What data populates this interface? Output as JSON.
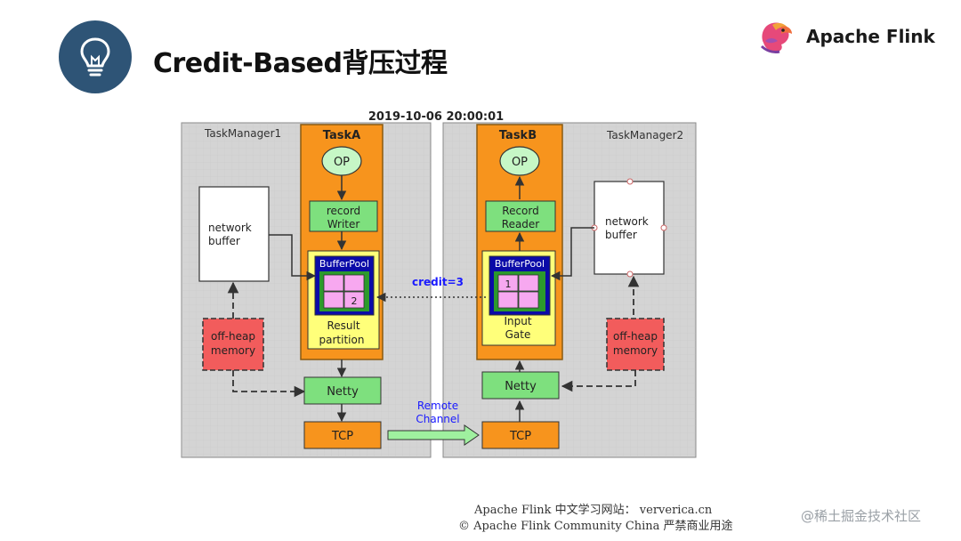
{
  "title": "Credit-Based背压过程",
  "brand": {
    "name": "Apache Flink"
  },
  "diagram": {
    "timestamp": "2019-10-06 20:00:01",
    "tm1": {
      "label": "TaskManager1",
      "task": "TaskA",
      "op": "OP",
      "writer_line1": "record",
      "writer_line2": "Writer",
      "bufferpool": "BufferPool",
      "slot_number": "2",
      "partition_line1": "Result",
      "partition_line2": "partition",
      "network_buffer_line1": "network",
      "network_buffer_line2": "buffer",
      "offheap_line1": "off-heap",
      "offheap_line2": "memory",
      "netty": "Netty",
      "tcp": "TCP"
    },
    "tm2": {
      "label": "TaskManager2",
      "task": "TaskB",
      "op": "OP",
      "reader_line1": "Record",
      "reader_line2": "Reader",
      "bufferpool": "BufferPool",
      "slot_number": "1",
      "gate_line1": "Input",
      "gate_line2": "Gate",
      "network_buffer_line1": "network",
      "network_buffer_line2": "buffer",
      "offheap_line1": "off-heap",
      "offheap_line2": "memory",
      "netty": "Netty",
      "tcp": "TCP"
    },
    "credit": "credit=3",
    "remote_line1": "Remote",
    "remote_line2": "Channel"
  },
  "footer": {
    "line1": "Apache Flink 中文学习网站： ververica.cn",
    "line2": "© Apache Flink Community China  严禁商业用途"
  },
  "watermark": "@稀土掘金技术社区",
  "colors": {
    "title_icon_bg": "#2e5476",
    "task_orange": "#f7941d",
    "green_box": "#7ee07e",
    "yellow_box": "#ffff7a",
    "bufferpool_blue": "#0b0ba8",
    "slot_pink": "#f7a8f0",
    "offheap_red": "#f25c5c",
    "tm_grey": "#d4d4d4",
    "credit_blue": "#1a1aff"
  },
  "icons": [
    "lightbulb-icon",
    "flink-squirrel-logo"
  ]
}
